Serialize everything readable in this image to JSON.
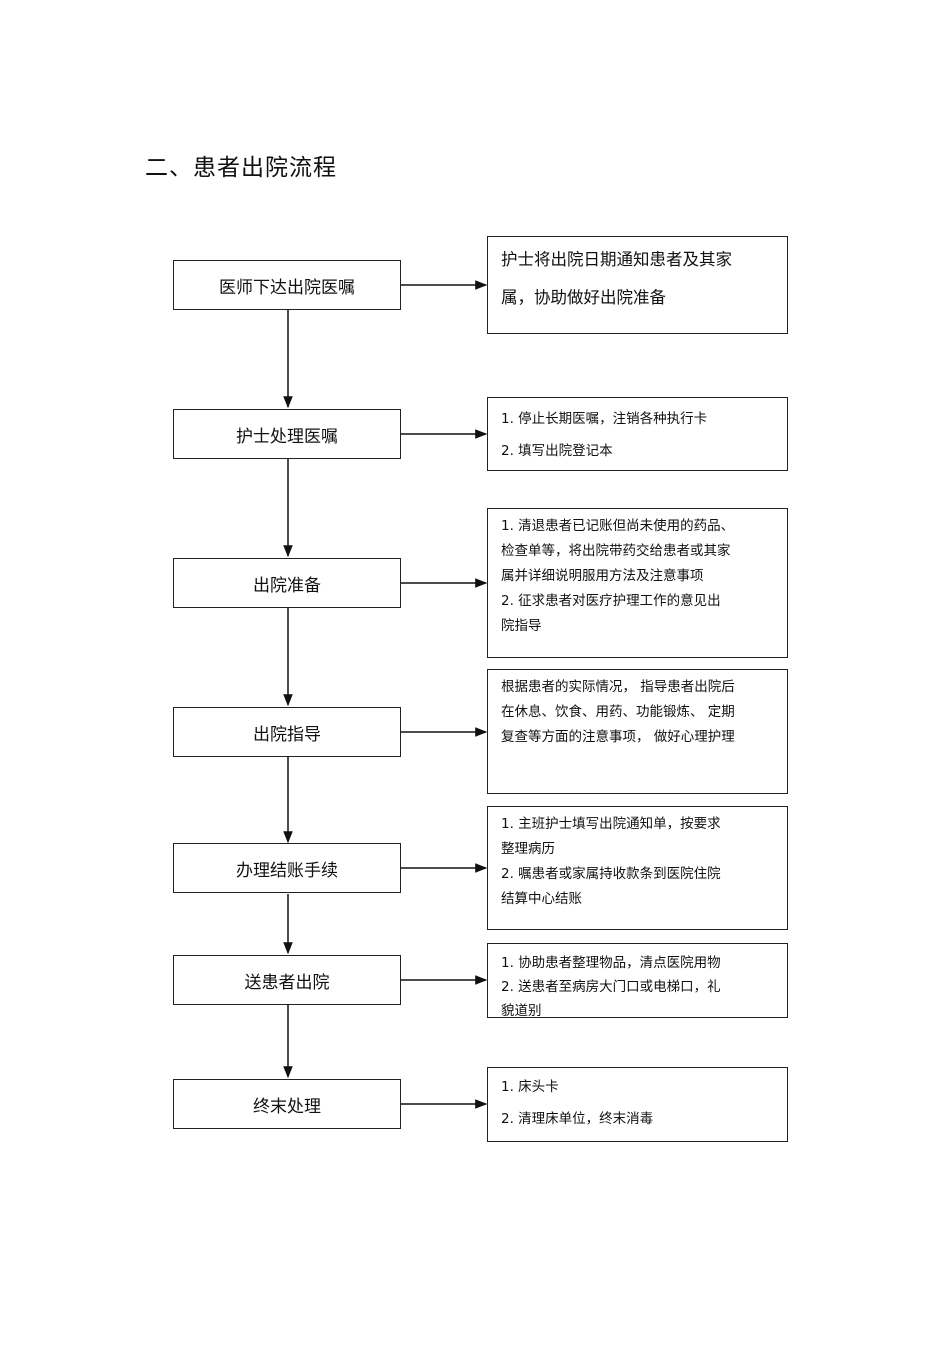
{
  "title": "二、患者出院流程",
  "steps": [
    {
      "label": "医师下达出院医嘱",
      "note_lines": [
        "护士将出院日期通知患者及其家",
        "属，协助做好出院准备"
      ]
    },
    {
      "label": "护士处理医嘱",
      "note_lines": [
        "1.  停止长期医嘱，注销各种执行卡",
        "2.  填写出院登记本"
      ]
    },
    {
      "label": "出院准备",
      "note_lines": [
        "1. 清退患者已记账但尚未使用的药品、",
        "检查单等，将出院带药交给患者或其家",
        "属并详细说明服用方法及注意事项",
        "2.  征求患者对医疗护理工作的意见出",
        "院指导"
      ]
    },
    {
      "label": "出院指导",
      "note_lines": [
        "根据患者的实际情况，   指导患者出院后",
        "在休息、饮食、用药、功能锻炼、   定期",
        "复查等方面的注意事项，   做好心理护理"
      ]
    },
    {
      "label": "办理结账手续",
      "note_lines": [
        "1.  主班护士填写出院通知单，按要求",
        "整理病历",
        "2.  嘱患者或家属持收款条到医院住院",
        "结算中心结账"
      ]
    },
    {
      "label": "送患者出院",
      "note_lines": [
        "1.  协助患者整理物品，清点医院用物",
        "2.  送患者至病房大门口或电梯口，礼",
        "貌道别"
      ]
    },
    {
      "label": "终末处理",
      "note_lines": [
        "1.  床头卡",
        "2.  清理床单位，终末消毒"
      ]
    }
  ]
}
